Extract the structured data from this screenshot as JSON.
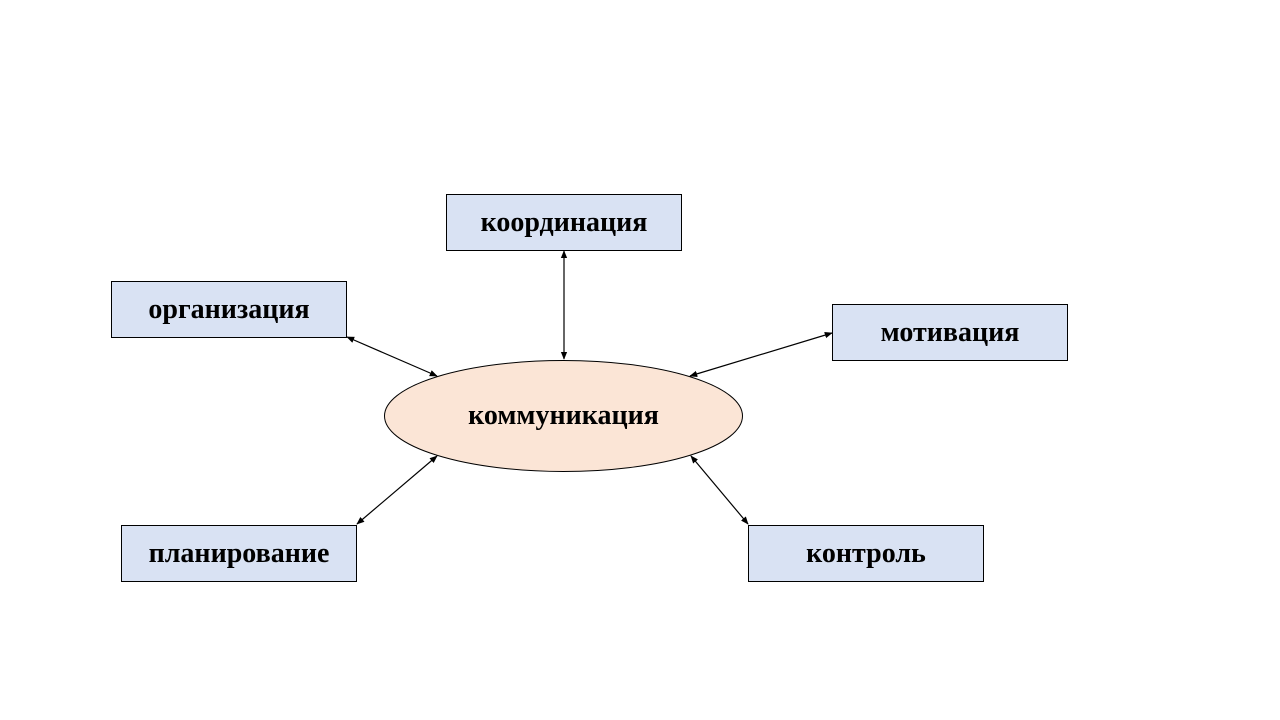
{
  "colors": {
    "box_fill": "#d9e2f3",
    "center_fill": "#fbe5d6",
    "stroke": "#000000"
  },
  "center": {
    "label": "коммуникация"
  },
  "nodes": {
    "coordination": "координация",
    "organization": "организация",
    "motivation": "мотивация",
    "planning": "планирование",
    "control": "контроль"
  }
}
